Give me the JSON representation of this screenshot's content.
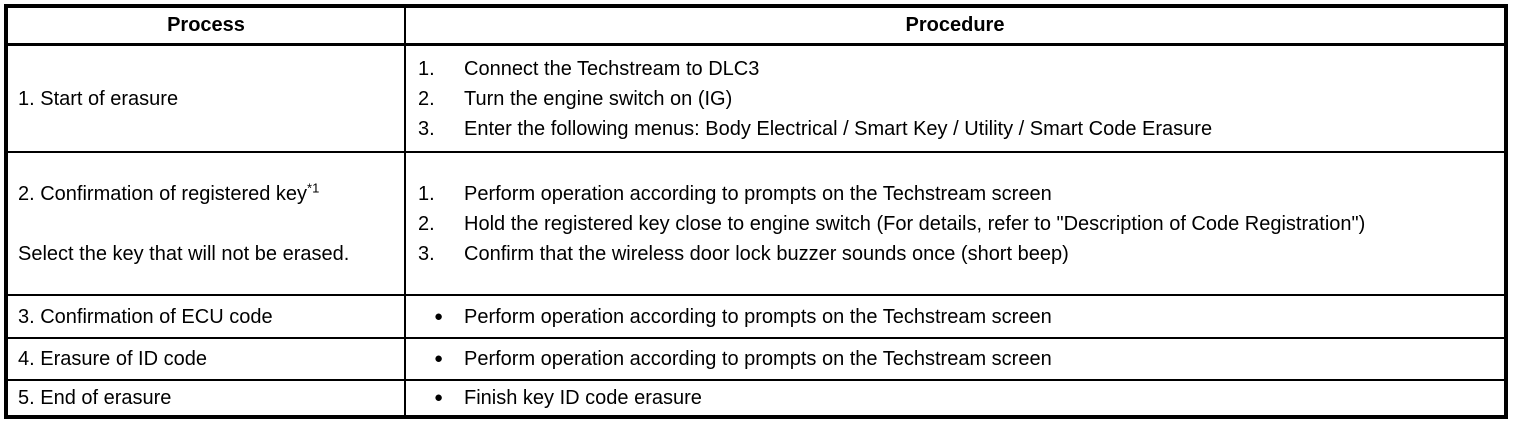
{
  "table": {
    "headers": {
      "process": "Process",
      "procedure": "Procedure"
    },
    "rows": [
      {
        "process_label": "1. Start of erasure",
        "process_note": "",
        "footnote": "",
        "marker_type": "numbered",
        "steps": [
          {
            "marker": "1.",
            "text": "Connect the Techstream to DLC3"
          },
          {
            "marker": "2.",
            "text": "Turn the engine switch on (IG)"
          },
          {
            "marker": "3.",
            "text": "Enter the following menus: Body Electrical / Smart Key / Utility / Smart Code Erasure"
          }
        ]
      },
      {
        "process_label": "2. Confirmation of registered key",
        "process_note": "Select the key that will not be erased.",
        "footnote": "*1",
        "marker_type": "numbered",
        "steps": [
          {
            "marker": "1.",
            "text": "Perform operation according to prompts on the Techstream screen"
          },
          {
            "marker": "2.",
            "text": "Hold the registered key close to engine switch (For details, refer to \"Description of Code Registration\")"
          },
          {
            "marker": "3.",
            "text": "Confirm that the wireless door lock buzzer sounds once (short beep)"
          }
        ]
      },
      {
        "process_label": "3. Confirmation of ECU code",
        "process_note": "",
        "footnote": "",
        "marker_type": "bullet",
        "steps": [
          {
            "marker": "●",
            "text": "Perform operation according to prompts on the Techstream screen"
          }
        ]
      },
      {
        "process_label": "4. Erasure of ID code",
        "process_note": "",
        "footnote": "",
        "marker_type": "bullet",
        "steps": [
          {
            "marker": "●",
            "text": "Perform operation according to prompts on the Techstream screen"
          }
        ]
      },
      {
        "process_label": "5. End of erasure",
        "process_note": "",
        "footnote": "",
        "marker_type": "bullet",
        "steps": [
          {
            "marker": "●",
            "text": "Finish key ID code erasure"
          }
        ]
      }
    ]
  }
}
